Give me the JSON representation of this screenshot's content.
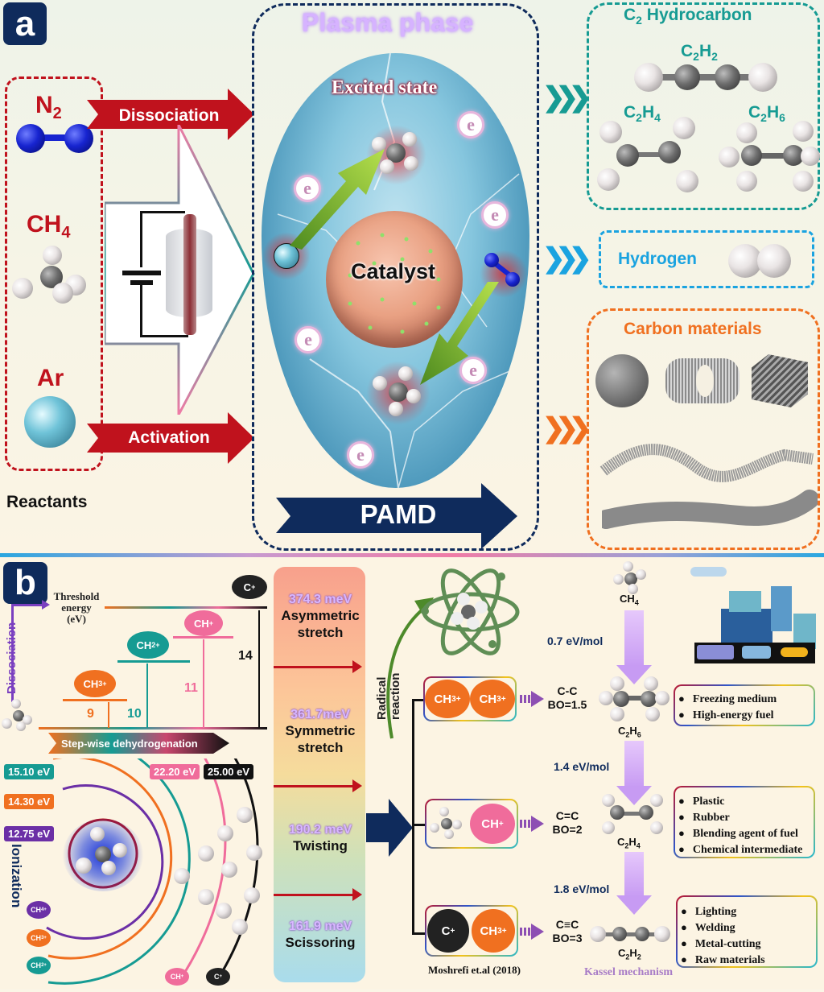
{
  "panel_a": {
    "panel_label": "a",
    "reactants": {
      "title": "Reactants",
      "items": [
        {
          "formula": "N",
          "sub": "2"
        },
        {
          "formula": "CH",
          "sub": "4"
        },
        {
          "formula": "Ar",
          "sub": ""
        }
      ]
    },
    "arrows": {
      "dissociation": "Dissociation",
      "activation": "Activation"
    },
    "plasma": {
      "title": "Plasma phase",
      "excited_state": "Excited state",
      "catalyst": "Catalyst",
      "electron_symbol": "e",
      "process": "PAMD"
    },
    "products": {
      "c2_hydrocarbon": {
        "title_prefix": "C",
        "title_sub": "2",
        "title_suffix": " Hydrocarbon",
        "molecules": [
          {
            "c": "C",
            "cs": "2",
            "h": "H",
            "hs": "2"
          },
          {
            "c": "C",
            "cs": "2",
            "h": "H",
            "hs": "4"
          },
          {
            "c": "C",
            "cs": "2",
            "h": "H",
            "hs": "6"
          }
        ]
      },
      "hydrogen": {
        "title": "Hydrogen"
      },
      "carbon_materials": {
        "title": "Carbon materials"
      }
    },
    "colors": {
      "reactant_red": "#c0121d",
      "plasma_navy": "#0f2b5c",
      "c2_teal": "#169b93",
      "hydrogen_blue": "#1aa3e0",
      "carbon_orange": "#f07020",
      "plasma_title_lilac": "#d6b3ff"
    }
  },
  "panel_b": {
    "panel_label": "b",
    "threshold": {
      "axis_title_line1": "Threshold",
      "axis_title_line2": "energy",
      "axis_title_line3": "(eV)",
      "dissociation_label": "Dissociation",
      "stepwise_label": "Step-wise dehydrogenation",
      "levels": [
        {
          "ion": "CH",
          "sub": "3",
          "sup": "+",
          "value": "9",
          "color": "#f07020"
        },
        {
          "ion": "CH",
          "sub": "2",
          "sup": "+",
          "value": "10",
          "color": "#169b93"
        },
        {
          "ion": "CH",
          "sub": "",
          "sup": "+",
          "value": "11",
          "color": "#f06c9b"
        },
        {
          "ion": "C",
          "sub": "",
          "sup": "+",
          "value": "14",
          "color": "#222222"
        }
      ]
    },
    "ionization": {
      "label": "Ionization",
      "energies": [
        {
          "value": "15.10 eV",
          "color": "#169b93"
        },
        {
          "value": "14.30 eV",
          "color": "#f07020"
        },
        {
          "value": "12.75 eV",
          "color": "#6b2fa6"
        },
        {
          "value": "22.20 eV",
          "color": "#f06c9b"
        },
        {
          "value": "25.00 eV",
          "color": "#111111"
        }
      ],
      "ions": [
        {
          "ion": "CH",
          "sub": "4",
          "sup": "+",
          "color": "#6b2fa6"
        },
        {
          "ion": "CH",
          "sub": "3",
          "sup": "+",
          "color": "#f07020"
        },
        {
          "ion": "CH",
          "sub": "2",
          "sup": "+",
          "color": "#169b93"
        },
        {
          "ion": "CH",
          "sub": "",
          "sup": "+",
          "color": "#f06c9b"
        },
        {
          "ion": "C",
          "sub": "",
          "sup": "+",
          "color": "#222222"
        }
      ]
    },
    "vibrational_modes": [
      {
        "energy": "374.3 meV",
        "name_line1": "Asymmetric",
        "name_line2": "stretch"
      },
      {
        "energy": "361.7meV",
        "name_line1": "Symmetric",
        "name_line2": "stretch"
      },
      {
        "energy": "190.2 meV",
        "name_line1": "Twisting",
        "name_line2": ""
      },
      {
        "energy": "161.9 meV",
        "name_line1": "Scissoring",
        "name_line2": ""
      }
    ],
    "radical_reaction": {
      "line1": "Radical",
      "line2": "reaction"
    },
    "recombinations": [
      {
        "species": [
          "CH3+",
          "CH3+"
        ],
        "bond": "C-C",
        "bo": "BO=1.5"
      },
      {
        "species": [
          "CH4",
          "CH+"
        ],
        "bond": "C=C",
        "bo": "BO=2"
      },
      {
        "species": [
          "C+",
          "CH3+"
        ],
        "bond": "C≡C",
        "bo": "BO=3"
      }
    ],
    "ion_labels": {
      "ch3": "CH",
      "ch3_sub": "3",
      "sup": "+",
      "ch": "CH",
      "c": "C"
    },
    "reference": "Moshrefi et.al (2018)",
    "kassel": {
      "title": "Kassel mechanism",
      "molecules": [
        {
          "c": "CH",
          "cs": "4",
          "h": "",
          "hs": ""
        },
        {
          "c": "C",
          "cs": "2",
          "h": "H",
          "hs": "6"
        },
        {
          "c": "C",
          "cs": "2",
          "h": "H",
          "hs": "4"
        },
        {
          "c": "C",
          "cs": "2",
          "h": "H",
          "hs": "2"
        }
      ],
      "energies": [
        "0.7 eV/mol",
        "1.4 eV/mol",
        "1.8 eV/mol"
      ]
    },
    "applications": {
      "c2h6": [
        "Freezing medium",
        "High-energy fuel"
      ],
      "c2h4": [
        "Plastic",
        "Rubber",
        "Blending agent of fuel",
        "Chemical intermediate"
      ],
      "c2h2": [
        "Lighting",
        "Welding",
        "Metal-cutting",
        "Raw materials"
      ]
    }
  }
}
